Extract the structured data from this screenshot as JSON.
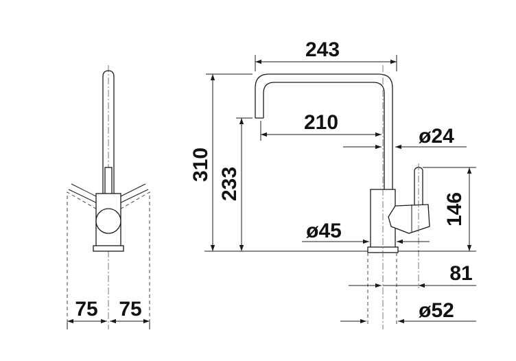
{
  "dimensions": {
    "overall_reach": "243",
    "spout_reach": "210",
    "spout_diameter": "ø24",
    "overall_height": "310",
    "spout_height": "233",
    "lever_height": "146",
    "body_diameter": "ø45",
    "lever_offset": "81",
    "base_diameter": "ø52",
    "swing_left": "75",
    "swing_right": "75"
  }
}
